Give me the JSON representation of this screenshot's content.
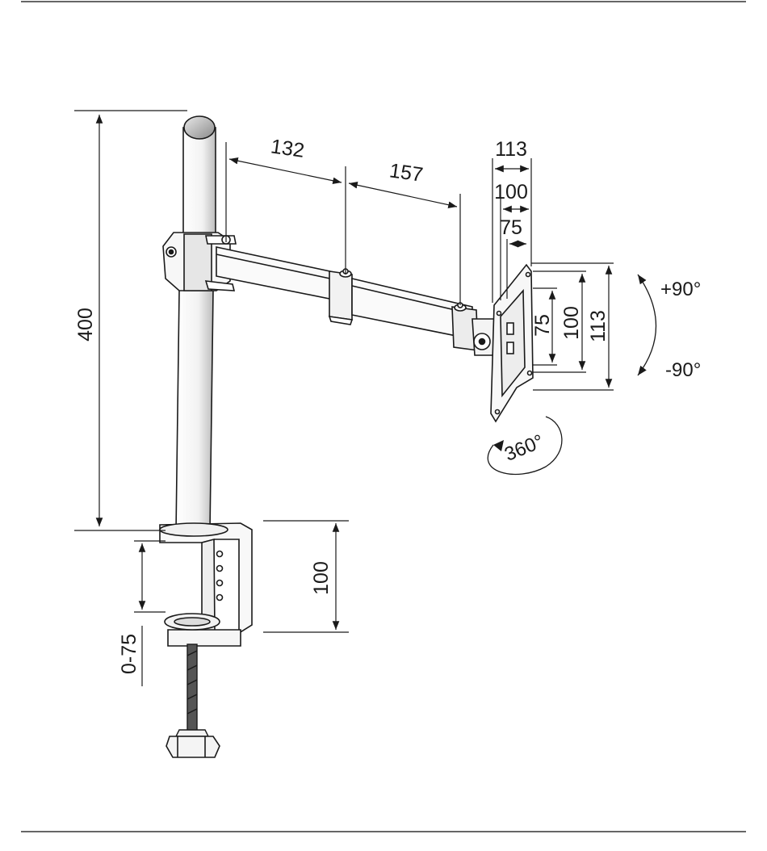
{
  "dimensions": {
    "pole_height": "400",
    "arm_segment_1": "132",
    "arm_segment_2": "157",
    "vesa_outer_top": "113",
    "vesa_mid_top": "100",
    "vesa_inner_top": "75",
    "vesa_inner_side": "75",
    "vesa_mid_side": "100",
    "vesa_outer_side": "113",
    "clamp_height": "100",
    "clamp_range": "0-75"
  },
  "rotation": {
    "tilt_up": "+90°",
    "tilt_down": "-90°",
    "swivel": "360°"
  },
  "colors": {
    "line": "#1a1a1a",
    "frame_rule": "#333333",
    "background": "#ffffff"
  }
}
